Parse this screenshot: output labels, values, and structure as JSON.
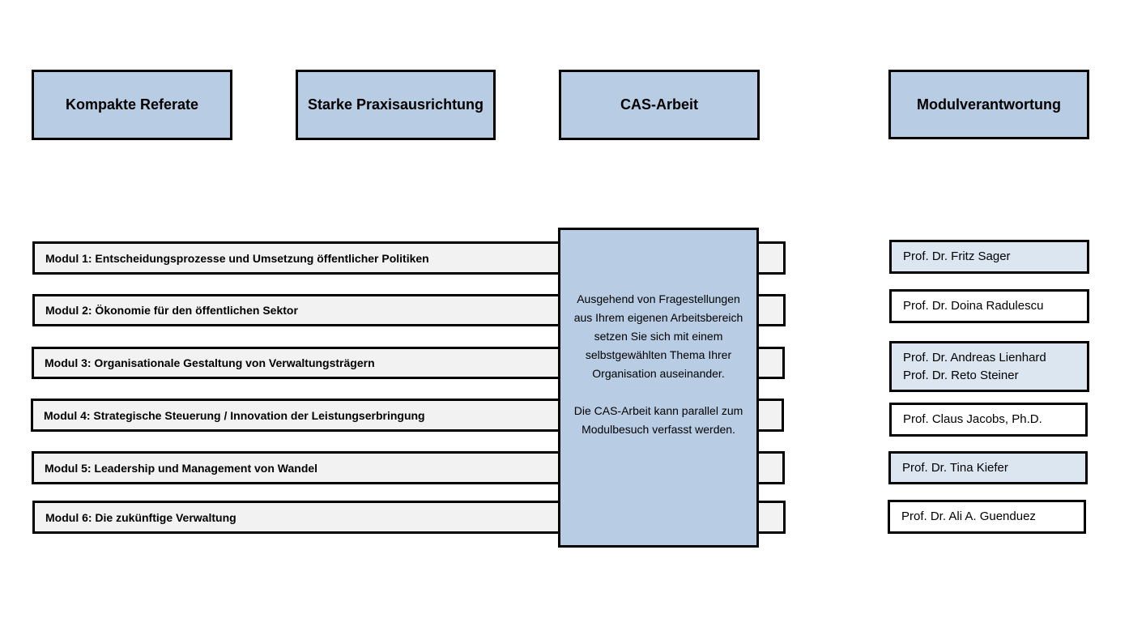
{
  "headers": [
    "Kompakte Referate",
    "Starke Praxisausrichtung",
    "CAS-Arbeit",
    "Modulverantwortung"
  ],
  "modules": [
    "Modul 1: Entscheidungsprozesse und Umsetzung öffentlicher Politiken",
    "Modul 2: Ökonomie für den öffentlichen Sektor",
    "Modul 3: Organisationale Gestaltung von Verwaltungsträgern",
    "Modul 4: Strategische Steuerung / Innovation der Leistungserbringung",
    "Modul 5: Leadership und Management von Wandel",
    "Modul 6: Die zukünftige Verwaltung"
  ],
  "cas_description": {
    "paragraph1": "Ausgehend von Fragestellungen aus Ihrem eigenen Arbeitsbereich setzen Sie sich mit einem selbstgewählten Thema Ihrer Organisation auseinander.",
    "paragraph2": "Die CAS-Arbeit kann parallel zum Modulbesuch verfasst werden."
  },
  "responsibles": [
    [
      "Prof. Dr. Fritz Sager"
    ],
    [
      "Prof. Dr. Doina Radulescu"
    ],
    [
      "Prof. Dr. Andreas Lienhard",
      "Prof. Dr. Reto Steiner"
    ],
    [
      "Prof. Claus Jacobs, Ph.D."
    ],
    [
      "Prof. Dr. Tina Kiefer"
    ],
    [
      "Prof. Dr. Ali A. Guenduez"
    ]
  ],
  "colors": {
    "header_fill": "#b8cce4",
    "module_fill": "#f2f2f2",
    "prof_shaded_fill": "#dce6f1",
    "border": "#000000"
  }
}
